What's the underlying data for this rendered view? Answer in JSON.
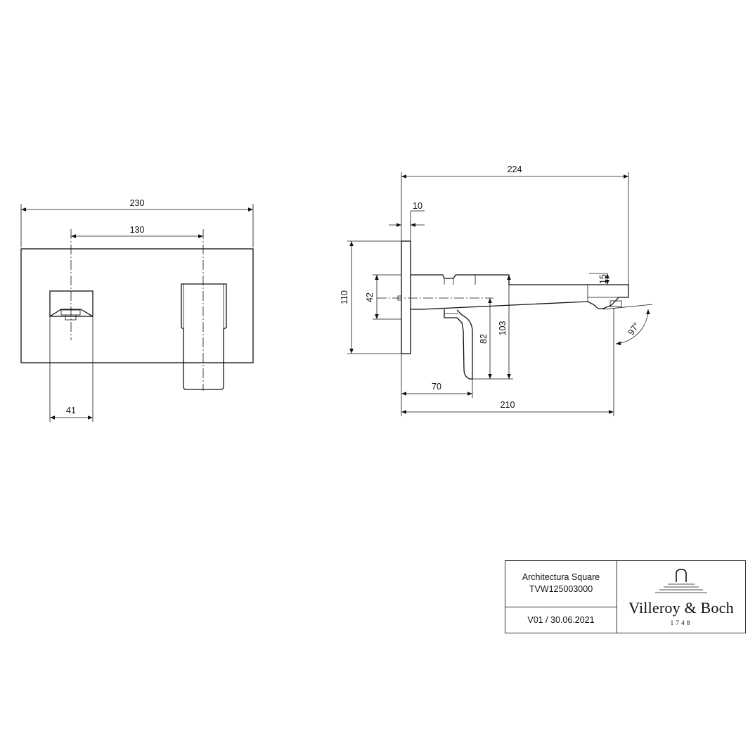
{
  "dimensions": {
    "front": {
      "overall_width": "230",
      "axis_distance": "130",
      "handle_width": "41"
    },
    "side": {
      "projection": "224",
      "plate_thickness": "10",
      "plate_height": "110",
      "body_height": "42",
      "spout_height": "15",
      "handle_drop_82": "82",
      "handle_drop_103": "103",
      "handle_reach": "70",
      "spout_reach": "210",
      "spout_angle": "97°"
    }
  },
  "title_block": {
    "product_name": "Architectura Square",
    "article_number": "TVW125003000",
    "revision": "V01 / 30.06.2021",
    "logo": {
      "brand": "Villeroy & Boch",
      "year": "1748"
    }
  }
}
